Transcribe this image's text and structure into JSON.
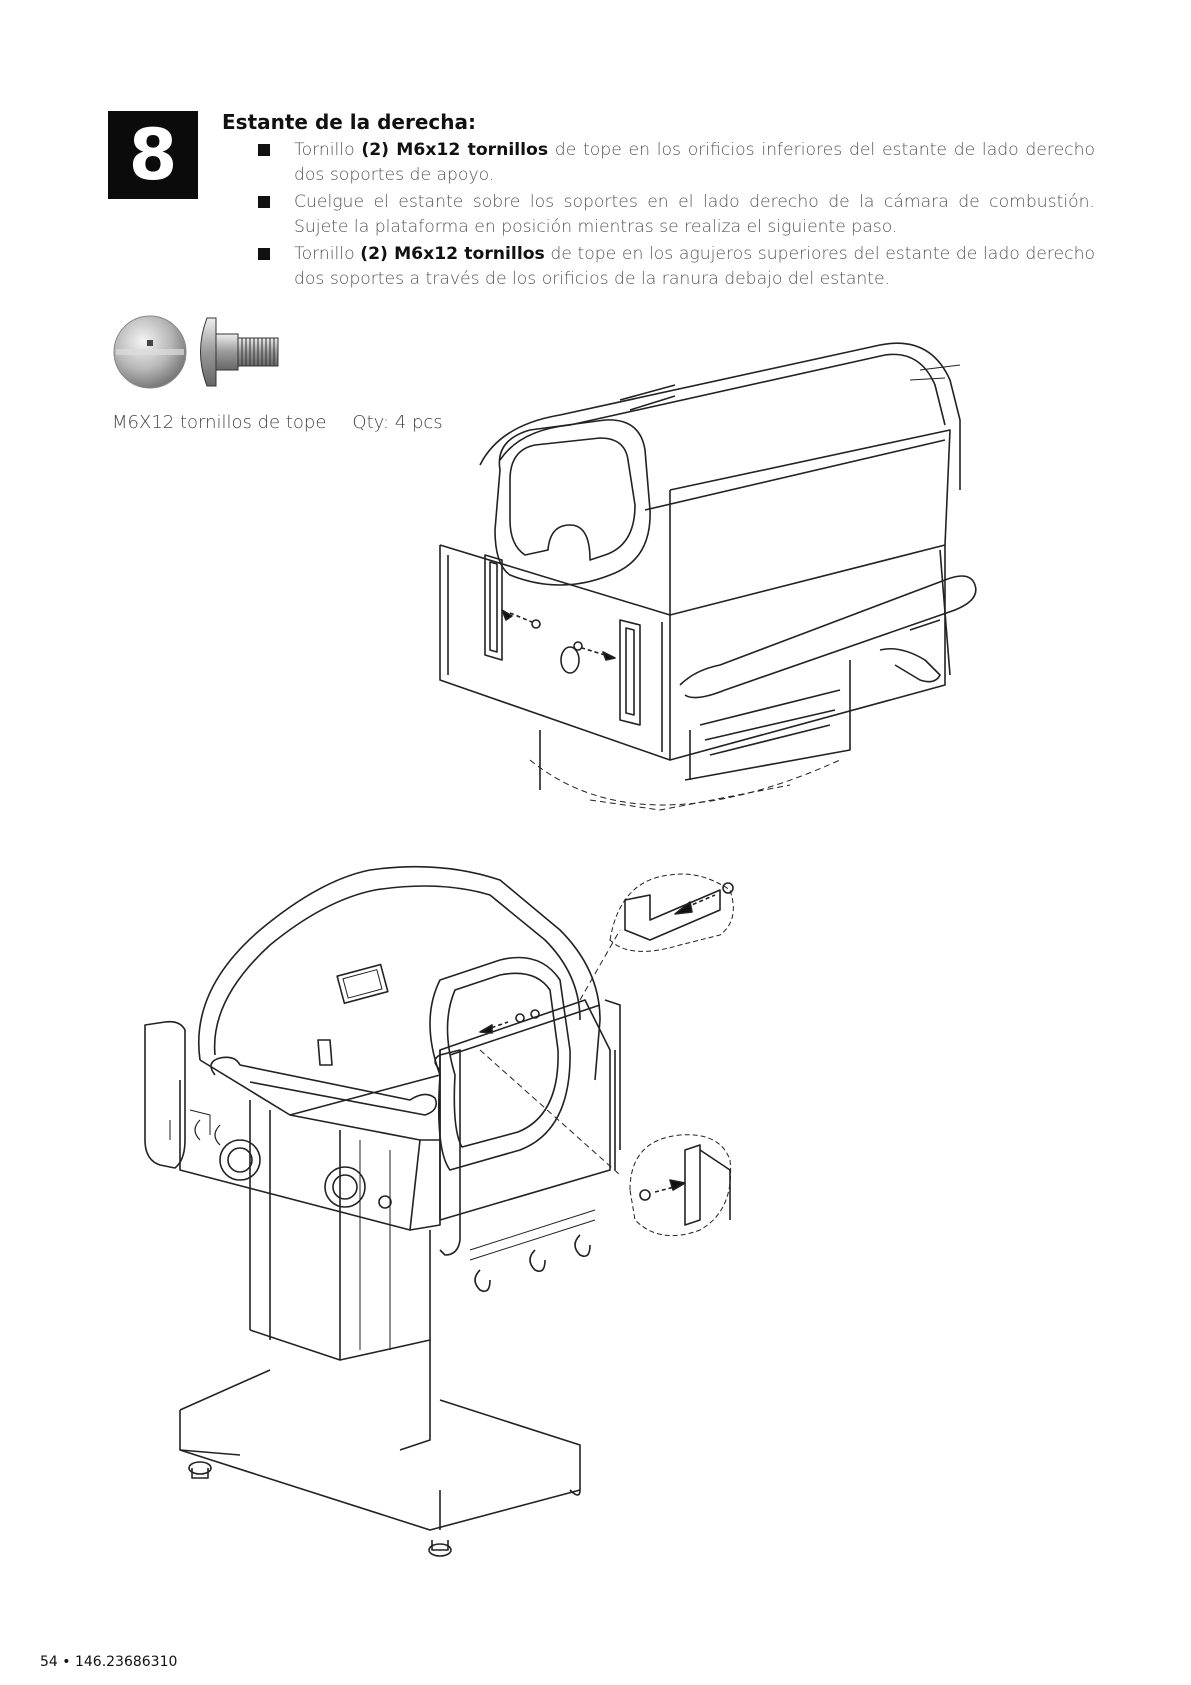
{
  "step": {
    "number": "8"
  },
  "heading": "Estante de la derecha:",
  "bullets": [
    {
      "parts": [
        "Tornillo ",
        "(2) M6x12 tornillos",
        " de tope en los orificios inferiores del estante de lado derecho dos soportes de apoyo."
      ]
    },
    {
      "parts": [
        "Cuelgue el estante sobre los soportes en el lado derecho de la cámara de combustión. Sujete la plataforma en posición mientras se realiza el siguiente paso.",
        "",
        ""
      ]
    },
    {
      "parts": [
        "Tornillo ",
        "(2) M6x12 tornillos",
        " de tope en los agujeros superiores del estante de lado derecho dos soportes a través de los orificios de la ranura debajo del estante."
      ]
    }
  ],
  "hardware": {
    "name": "M6X12 tornillos de tope",
    "qty": "Qty: 4 pcs",
    "icons": [
      "screw-head-icon",
      "shoulder-bolt-icon"
    ]
  },
  "diagrams": {
    "top": "grill-firebox-right-shelf-brackets-illustration",
    "bottom": "assembled-grill-right-shelf-illustration"
  },
  "footer": "54 • 146.23686310"
}
